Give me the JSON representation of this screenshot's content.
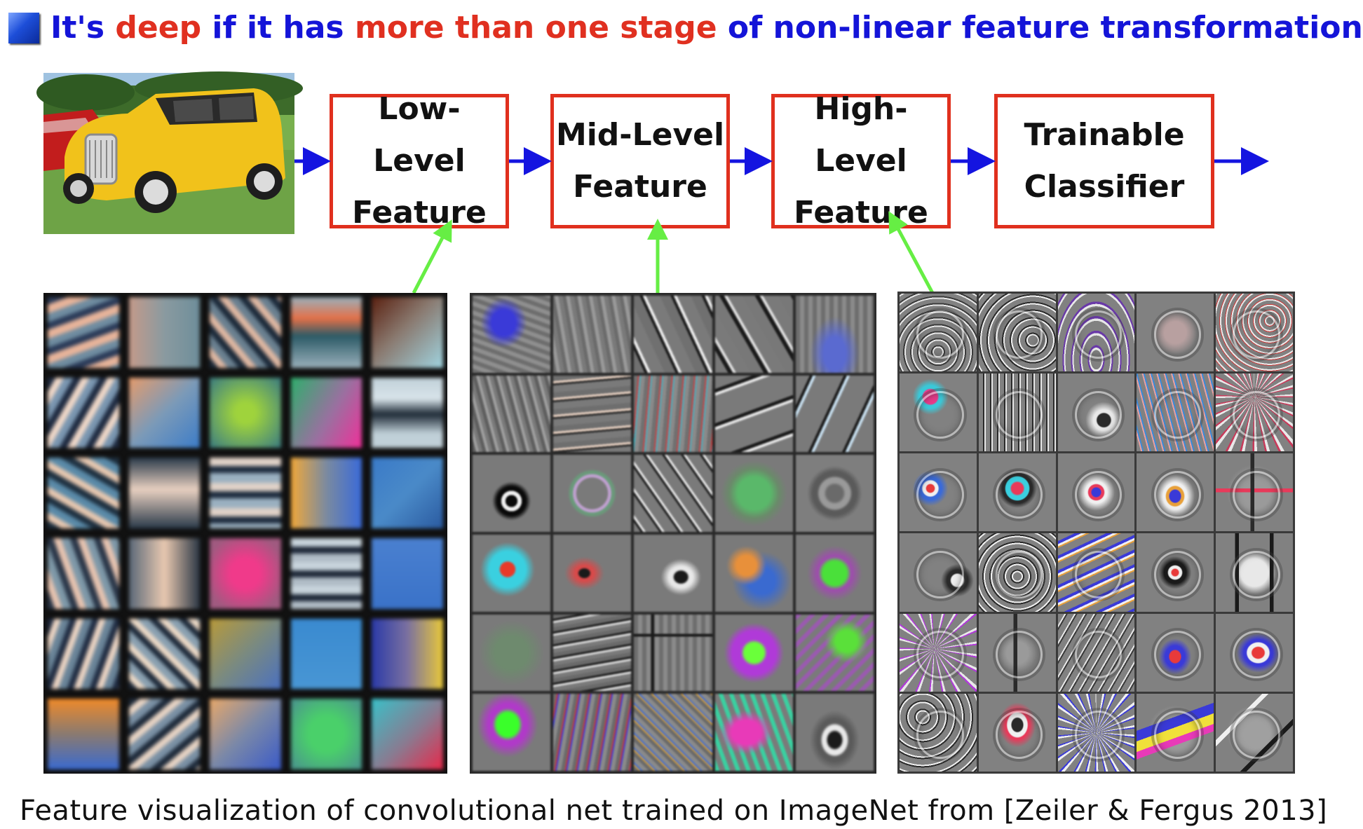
{
  "title": {
    "part1": "It's",
    "part2": "deep",
    "part3": "if it has",
    "part4": "more than one stage",
    "part5": "of non-linear feature transformation"
  },
  "stages": [
    {
      "line1": "Low-Level",
      "line2": "Feature"
    },
    {
      "line1": "Mid-Level",
      "line2": "Feature"
    },
    {
      "line1": "High-Level",
      "line2": "Feature"
    },
    {
      "line1": "Trainable",
      "line2": "Classifier"
    }
  ],
  "caption": "Feature visualization of convolutional net trained on ImageNet from [Zeiler & Fergus 2013]",
  "colors": {
    "title_blue": "#1414d8",
    "title_red": "#e03020",
    "box_border": "#e0301e",
    "flow_arrow": "#1414e0",
    "link_arrow": "#66ee44"
  }
}
